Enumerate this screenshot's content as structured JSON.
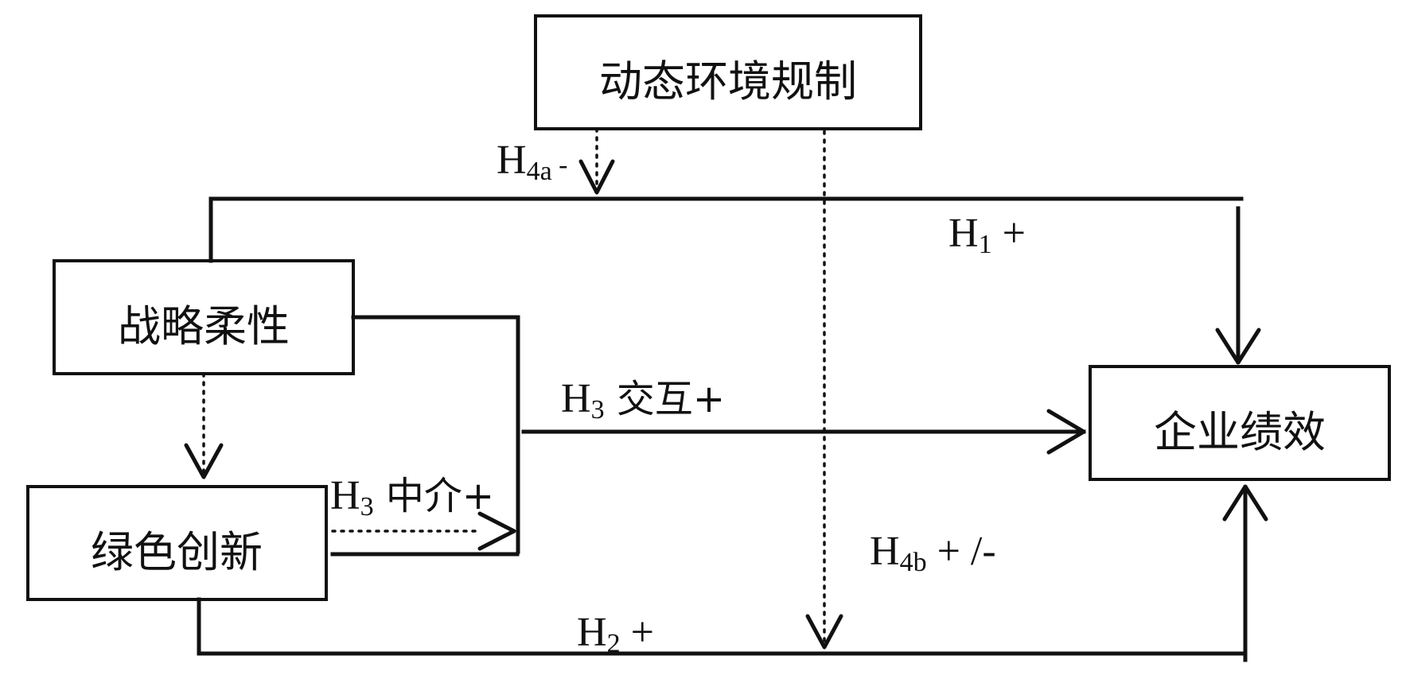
{
  "nodes": {
    "regulation": "动态环境规制",
    "flexibility": "战略柔性",
    "innovation": "绿色创新",
    "performance": "企业绩效"
  },
  "labels": {
    "h4a": {
      "h": "H",
      "sub": "4a",
      "sign": " -"
    },
    "h1": {
      "h": "H",
      "sub": "1",
      "sign": " +"
    },
    "h3_interaction": {
      "h": "H",
      "sub": "3",
      "text": " 交互+"
    },
    "h3_mediation": {
      "h": "H",
      "sub": "3",
      "text": " 中介+"
    },
    "h4b": {
      "h": "H",
      "sub": "4b",
      "sign": " + /-"
    },
    "h2": {
      "h": "H",
      "sub": "2",
      "sign": " +"
    }
  }
}
